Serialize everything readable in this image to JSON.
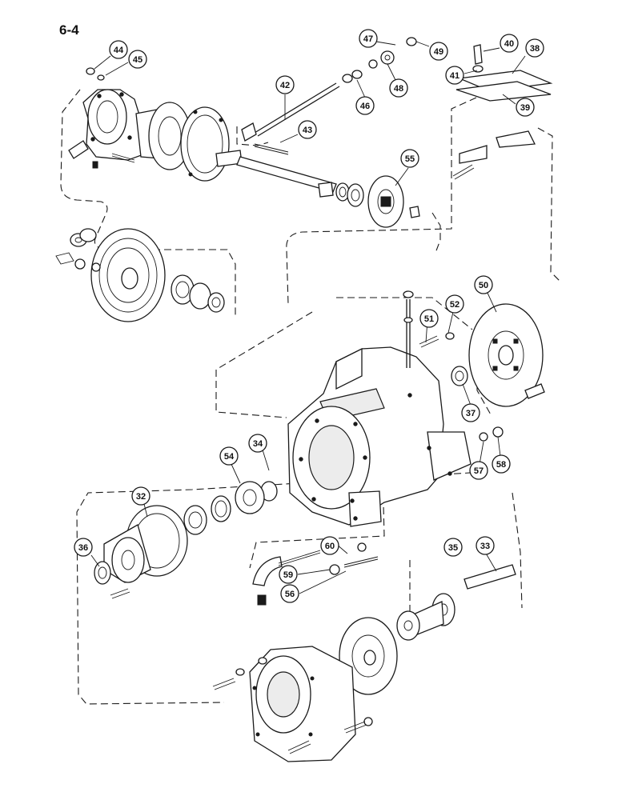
{
  "page_label": "6-4",
  "callouts": [
    {
      "id": "c44",
      "label": "44"
    },
    {
      "id": "c45",
      "label": "45"
    },
    {
      "id": "c42",
      "label": "42"
    },
    {
      "id": "c43",
      "label": "43"
    },
    {
      "id": "c47",
      "label": "47"
    },
    {
      "id": "c46",
      "label": "46"
    },
    {
      "id": "c48",
      "label": "48"
    },
    {
      "id": "c49",
      "label": "49"
    },
    {
      "id": "c40",
      "label": "40"
    },
    {
      "id": "c38",
      "label": "38"
    },
    {
      "id": "c41",
      "label": "41"
    },
    {
      "id": "c39",
      "label": "39"
    },
    {
      "id": "c55",
      "label": "55"
    },
    {
      "id": "c50",
      "label": "50"
    },
    {
      "id": "c52",
      "label": "52"
    },
    {
      "id": "c51",
      "label": "51"
    },
    {
      "id": "c37",
      "label": "37"
    },
    {
      "id": "c57",
      "label": "57"
    },
    {
      "id": "c58",
      "label": "58"
    },
    {
      "id": "c54",
      "label": "54"
    },
    {
      "id": "c34",
      "label": "34"
    },
    {
      "id": "c32",
      "label": "32"
    },
    {
      "id": "c36",
      "label": "36"
    },
    {
      "id": "c60",
      "label": "60"
    },
    {
      "id": "c59",
      "label": "59"
    },
    {
      "id": "c56",
      "label": "56"
    },
    {
      "id": "c35",
      "label": "35"
    },
    {
      "id": "c33",
      "label": "33"
    }
  ]
}
